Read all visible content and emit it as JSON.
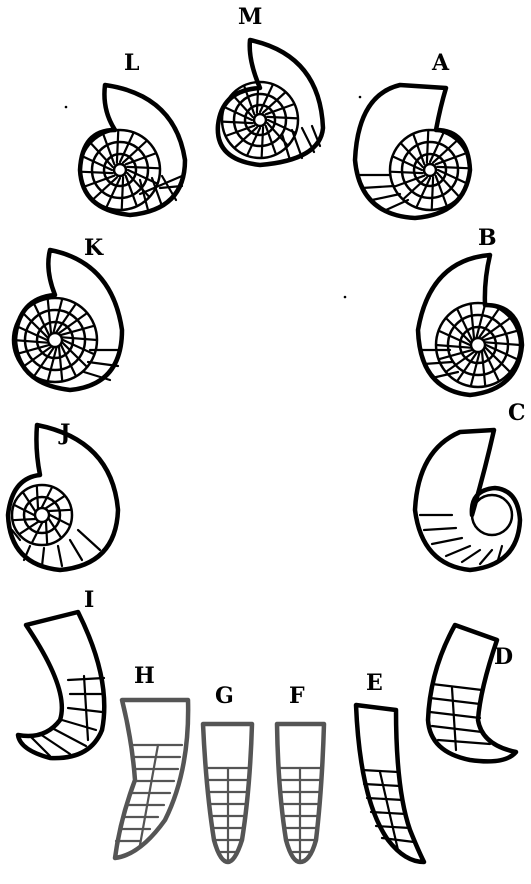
{
  "figure": {
    "specimens": [
      {
        "id": "m",
        "label": "M"
      },
      {
        "id": "l",
        "label": "L"
      },
      {
        "id": "a",
        "label": "A"
      },
      {
        "id": "k",
        "label": "K"
      },
      {
        "id": "b",
        "label": "B"
      },
      {
        "id": "j",
        "label": "J"
      },
      {
        "id": "c",
        "label": "C"
      },
      {
        "id": "i",
        "label": "I"
      },
      {
        "id": "d",
        "label": "D"
      },
      {
        "id": "h",
        "label": "H"
      },
      {
        "id": "g",
        "label": "G"
      },
      {
        "id": "f",
        "label": "F"
      },
      {
        "id": "e",
        "label": "E"
      }
    ]
  }
}
